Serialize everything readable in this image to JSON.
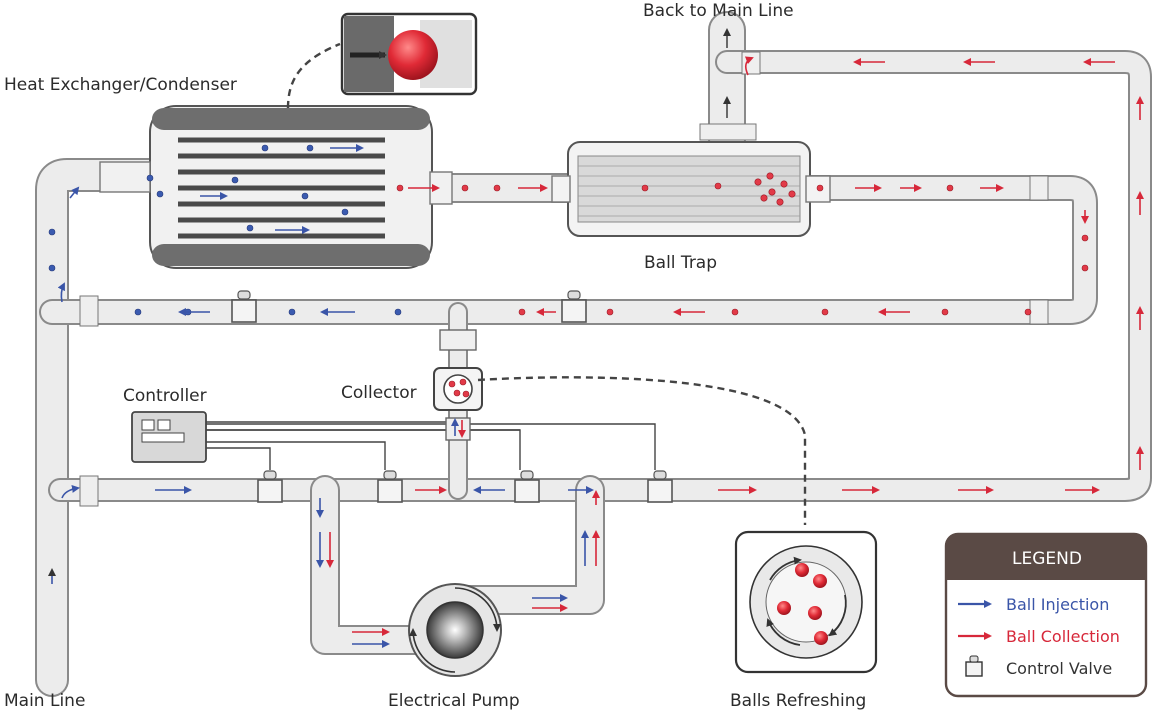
{
  "labels": {
    "back_to_main": "Back to Main Line",
    "heat_exchanger": "Heat Exchanger/Condenser",
    "ball_trap": "Ball Trap",
    "controller": "Controller",
    "collector": "Collector",
    "main_line": "Main Line",
    "electrical_pump": "Electrical Pump",
    "balls_refreshing": "Balls Refreshing"
  },
  "legend": {
    "title": "LEGEND",
    "items": [
      {
        "label": "Ball Injection",
        "color": "#3a55a8"
      },
      {
        "label": "Ball Collection",
        "color": "#d7283a"
      },
      {
        "label": "Control Valve",
        "color": "#333333"
      }
    ]
  },
  "colors": {
    "injection": "#3a55a8",
    "collection": "#d7283a",
    "pipe": "#ececec",
    "pipe_outline": "#8a8a8a",
    "legend_header": "#5a4a45"
  }
}
